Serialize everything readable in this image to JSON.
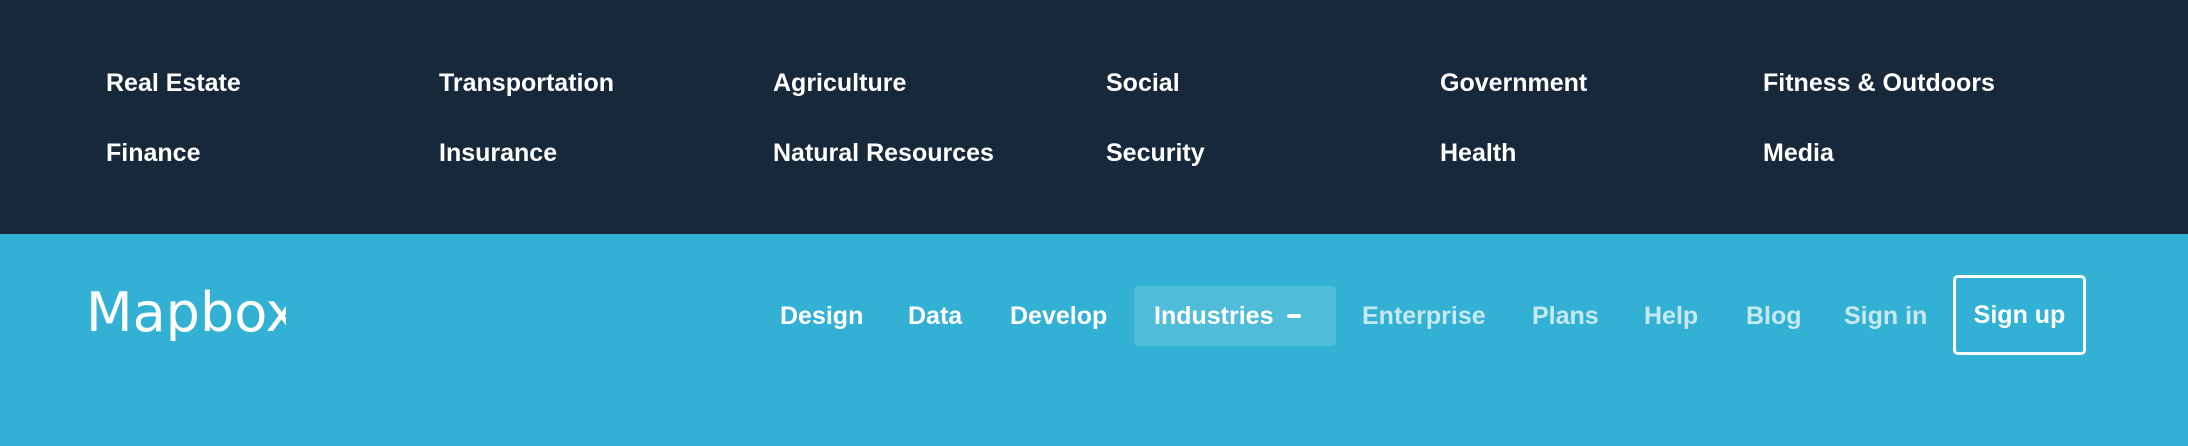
{
  "industries_menu": {
    "items": [
      "Real Estate",
      "Transportation",
      "Agriculture",
      "Social",
      "Government",
      "Fitness & Outdoors",
      "Finance",
      "Insurance",
      "Natural Resources",
      "Security",
      "Health",
      "Media"
    ]
  },
  "navbar": {
    "logo_text": "Mapbox",
    "items": {
      "design": "Design",
      "data": "Data",
      "develop": "Develop",
      "industries": "Industries",
      "enterprise": "Enterprise",
      "plans": "Plans",
      "help": "Help",
      "blog": "Blog",
      "sign_in": "Sign in",
      "sign_up": "Sign up"
    }
  },
  "colors": {
    "dark_panel": "#16283a",
    "brand_blue": "#33b1d4",
    "text": "#ffffff"
  }
}
